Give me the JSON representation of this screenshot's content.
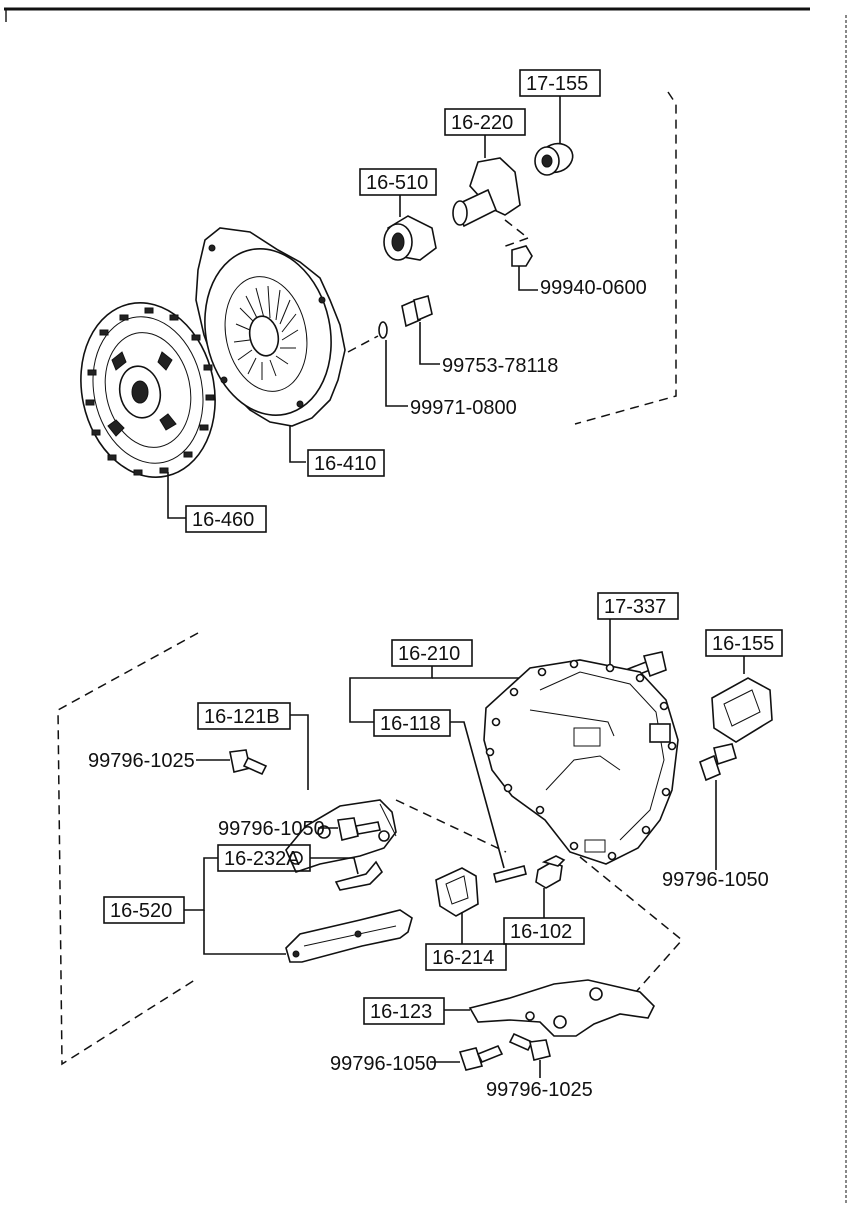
{
  "labels": {
    "l_17_155": "17-155",
    "l_16_220": "16-220",
    "l_16_510": "16-510",
    "l_99940_0600": "99940-0600",
    "l_99753_78118": "99753-78118",
    "l_99971_0800": "99971-0800",
    "l_16_410": "16-410",
    "l_16_460": "16-460",
    "l_17_337": "17-337",
    "l_16_210": "16-210",
    "l_16_155": "16-155",
    "l_16_121b": "16-121B",
    "l_16_118": "16-118",
    "l_99796_1025_a": "99796-1025",
    "l_99796_1050_a": "99796-1050",
    "l_16_232a": "16-232A",
    "l_16_520": "16-520",
    "l_99796_1050_b": "99796-1050",
    "l_16_102": "16-102",
    "l_16_214": "16-214",
    "l_16_123": "16-123",
    "l_99796_1050_c": "99796-1050",
    "l_99796_1025_b": "99796-1025"
  }
}
